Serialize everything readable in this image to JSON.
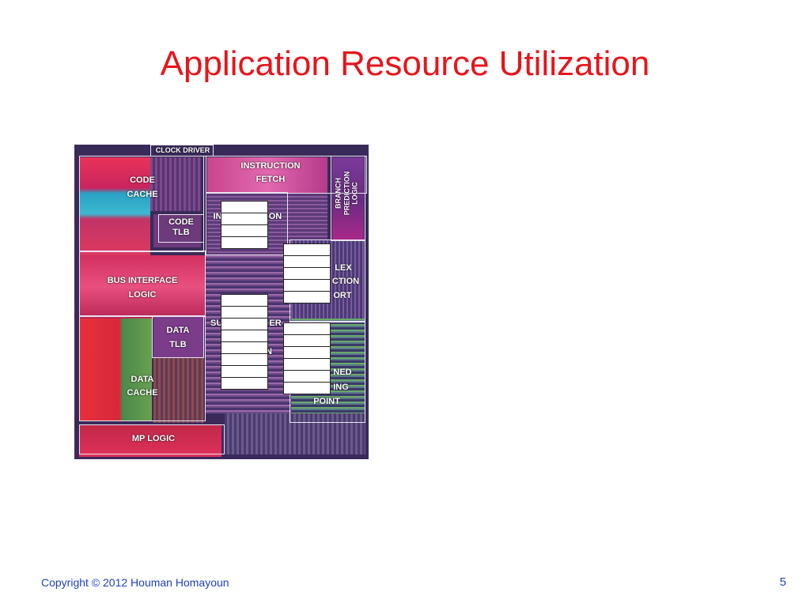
{
  "slide": {
    "title": "Application Resource Utilization",
    "copyright": "Copyright © 2012 Houman Homayoun",
    "page_number": "5"
  },
  "die_labels": {
    "clock_driver": "CLOCK DRIVER",
    "code_cache_1": "CODE",
    "code_cache_2": "CACHE",
    "code_tlb_1": "CODE",
    "code_tlb_2": "TLB",
    "instruction_fetch_1": "INSTRUCTION",
    "instruction_fetch_2": "FETCH",
    "branch_prediction_1": "BRANCH",
    "branch_prediction_2": "PREDICTION",
    "branch_prediction_3": "LOGIC",
    "instruction_decode_left": "IN",
    "instruction_decode_right": "ON",
    "bus_interface_1": "BUS INTERFACE",
    "bus_interface_2": "LOGIC",
    "complex_1": "LEX",
    "complex_2": "CTION",
    "complex_3": "ORT",
    "data_tlb_1": "DATA",
    "data_tlb_2": "TLB",
    "superscalar_left": "SU",
    "superscalar_right": "ER",
    "superscalar_2": "N",
    "data_cache_1": "DATA",
    "data_cache_2": "CACHE",
    "pipelined_fp_1": "NED",
    "pipelined_fp_2": "ING",
    "pipelined_fp_3": "POINT",
    "mp_logic": "MP LOGIC"
  },
  "colors": {
    "title": "#e8141b",
    "footer": "#1f3fbf"
  }
}
